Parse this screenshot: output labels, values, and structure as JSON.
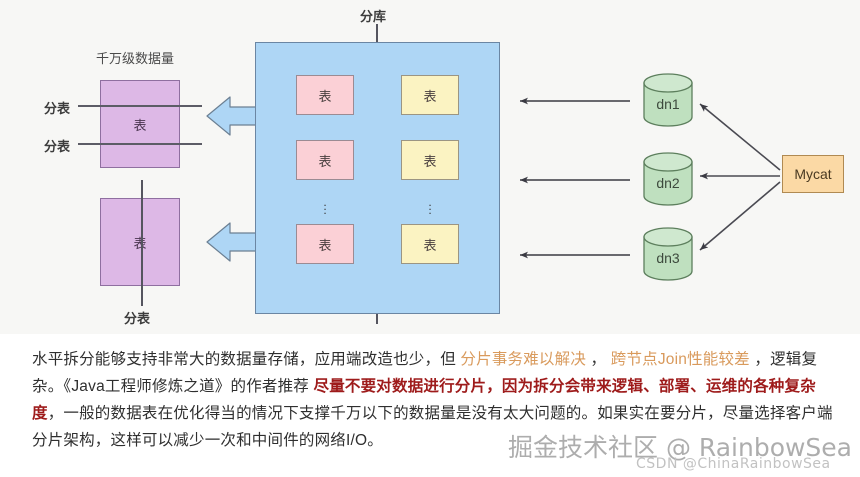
{
  "diagram": {
    "top_label": "分库",
    "left_section": {
      "caption": "千万级数据量",
      "split_label_1": "分表",
      "split_label_2": "分表",
      "bottom_label": "分表",
      "box_top_text": "表",
      "box_bottom_text": "表"
    },
    "blue_box": {
      "left_column_tables": [
        "表",
        "表",
        "表"
      ],
      "right_column_tables": [
        "表",
        "表",
        "表"
      ],
      "ellipsis": "⋮"
    },
    "nodes": [
      {
        "label": "dn1"
      },
      {
        "label": "dn2"
      },
      {
        "label": "dn3"
      }
    ],
    "middleware": {
      "label": "Mycat"
    },
    "colors": {
      "purple_fill": "#ddb8e6",
      "blue_fill": "#aed6f5",
      "pink_fill": "#fbd0d6",
      "yellow_fill": "#fbf3c2",
      "green_fill": "#bfe0bf",
      "orange_fill": "#fbd9a5",
      "arrow_fill": "#aed6f5"
    }
  },
  "prose": {
    "line1_a": "水平拆分能够支持非常大的数据量存储，应用端改造也少，但 ",
    "line1_orange_1": "分片事务难以解决",
    "line1_b": " ， ",
    "line1_orange_2": "跨节点Join性能较差",
    "line1_c": " ，逻辑复",
    "line2_a": "杂。《Java工程师修炼之道》的作者推荐 ",
    "line2_red": "尽量不要对数据进行分片，因为拆分会带来逻辑、部署、运维的各种复杂度",
    "line3_a": "，一般的数据表在优化得当的情况下支撑千万以下的数据量是没有太大问题的。如果实在要分片，尽量选择",
    "line4": "客户端分片架构，这样可以减少一次和中间件的网络I/O。"
  },
  "watermarks": {
    "main": "掘金技术社区 @ RainbowSea",
    "sub": "CSDN @ChinaRainbowSea"
  }
}
